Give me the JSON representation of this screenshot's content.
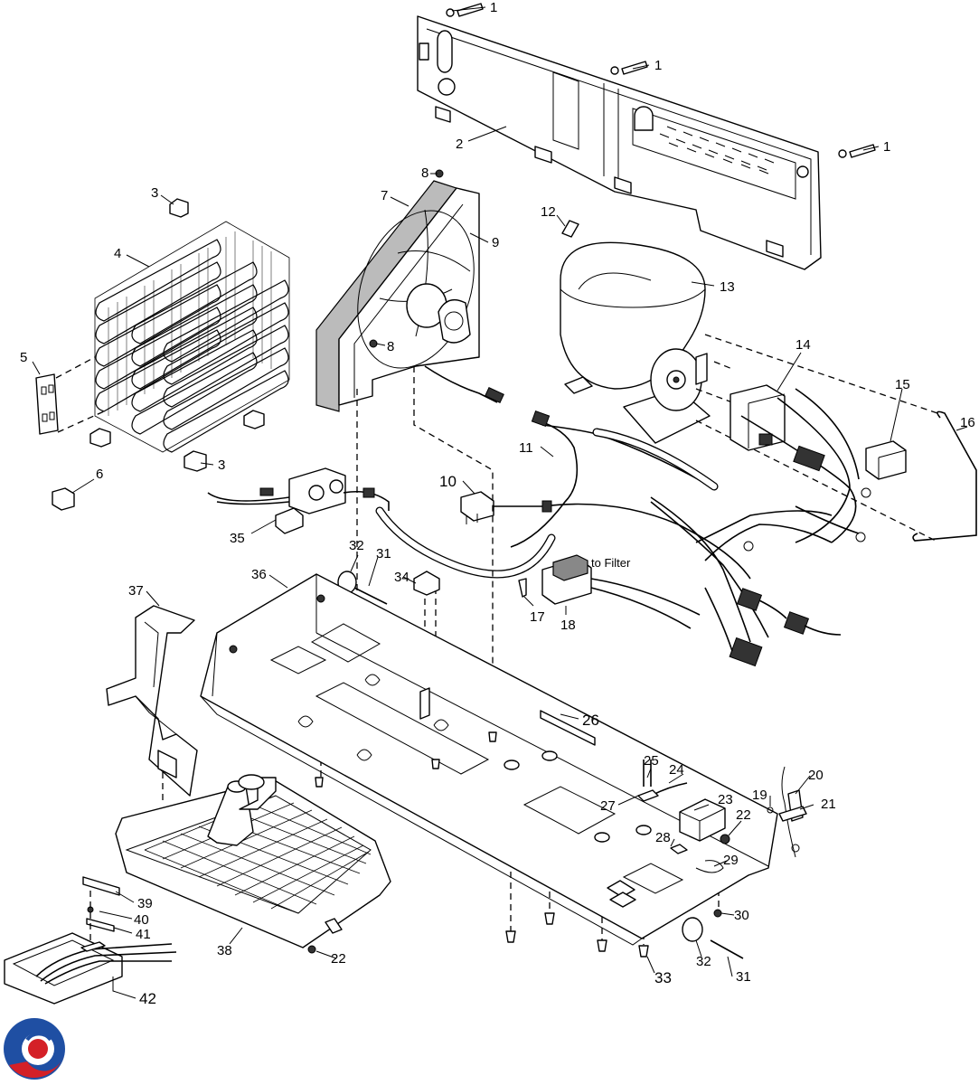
{
  "callouts": [
    {
      "id": "c1a",
      "text": "1"
    },
    {
      "id": "c1b",
      "text": "1"
    },
    {
      "id": "c1c",
      "text": "1"
    },
    {
      "id": "c2",
      "text": "2"
    },
    {
      "id": "c3a",
      "text": "3"
    },
    {
      "id": "c3b",
      "text": "3"
    },
    {
      "id": "c4",
      "text": "4"
    },
    {
      "id": "c5",
      "text": "5"
    },
    {
      "id": "c6",
      "text": "6"
    },
    {
      "id": "c7",
      "text": "7"
    },
    {
      "id": "c8a",
      "text": "8"
    },
    {
      "id": "c8b",
      "text": "8"
    },
    {
      "id": "c9",
      "text": "9"
    },
    {
      "id": "c10",
      "text": "10"
    },
    {
      "id": "c11",
      "text": "11"
    },
    {
      "id": "c12",
      "text": "12"
    },
    {
      "id": "c13",
      "text": "13"
    },
    {
      "id": "c14",
      "text": "14"
    },
    {
      "id": "c15",
      "text": "15"
    },
    {
      "id": "c16",
      "text": "16"
    },
    {
      "id": "c17",
      "text": "17"
    },
    {
      "id": "c18",
      "text": "18"
    },
    {
      "id": "c19",
      "text": "19"
    },
    {
      "id": "c20",
      "text": "20"
    },
    {
      "id": "c21",
      "text": "21"
    },
    {
      "id": "c22a",
      "text": "22"
    },
    {
      "id": "c22b",
      "text": "22"
    },
    {
      "id": "c23",
      "text": "23"
    },
    {
      "id": "c24",
      "text": "24"
    },
    {
      "id": "c25",
      "text": "25"
    },
    {
      "id": "c26",
      "text": "26"
    },
    {
      "id": "c27",
      "text": "27"
    },
    {
      "id": "c28",
      "text": "28"
    },
    {
      "id": "c29",
      "text": "29"
    },
    {
      "id": "c30",
      "text": "30"
    },
    {
      "id": "c31a",
      "text": "31"
    },
    {
      "id": "c31b",
      "text": "31"
    },
    {
      "id": "c32a",
      "text": "32"
    },
    {
      "id": "c32b",
      "text": "32"
    },
    {
      "id": "c33",
      "text": "33"
    },
    {
      "id": "c34",
      "text": "34"
    },
    {
      "id": "c35",
      "text": "35"
    },
    {
      "id": "c36",
      "text": "36"
    },
    {
      "id": "c37",
      "text": "37"
    },
    {
      "id": "c38",
      "text": "38"
    },
    {
      "id": "c39",
      "text": "39"
    },
    {
      "id": "c40",
      "text": "40"
    },
    {
      "id": "c41",
      "text": "41"
    },
    {
      "id": "c42",
      "text": "42"
    }
  ],
  "notes": {
    "to_filter": "to Filter"
  },
  "logo": {
    "icon": "brand-logo-icon",
    "colors": {
      "blue": "#1f4fa3",
      "red": "#d42027"
    }
  }
}
